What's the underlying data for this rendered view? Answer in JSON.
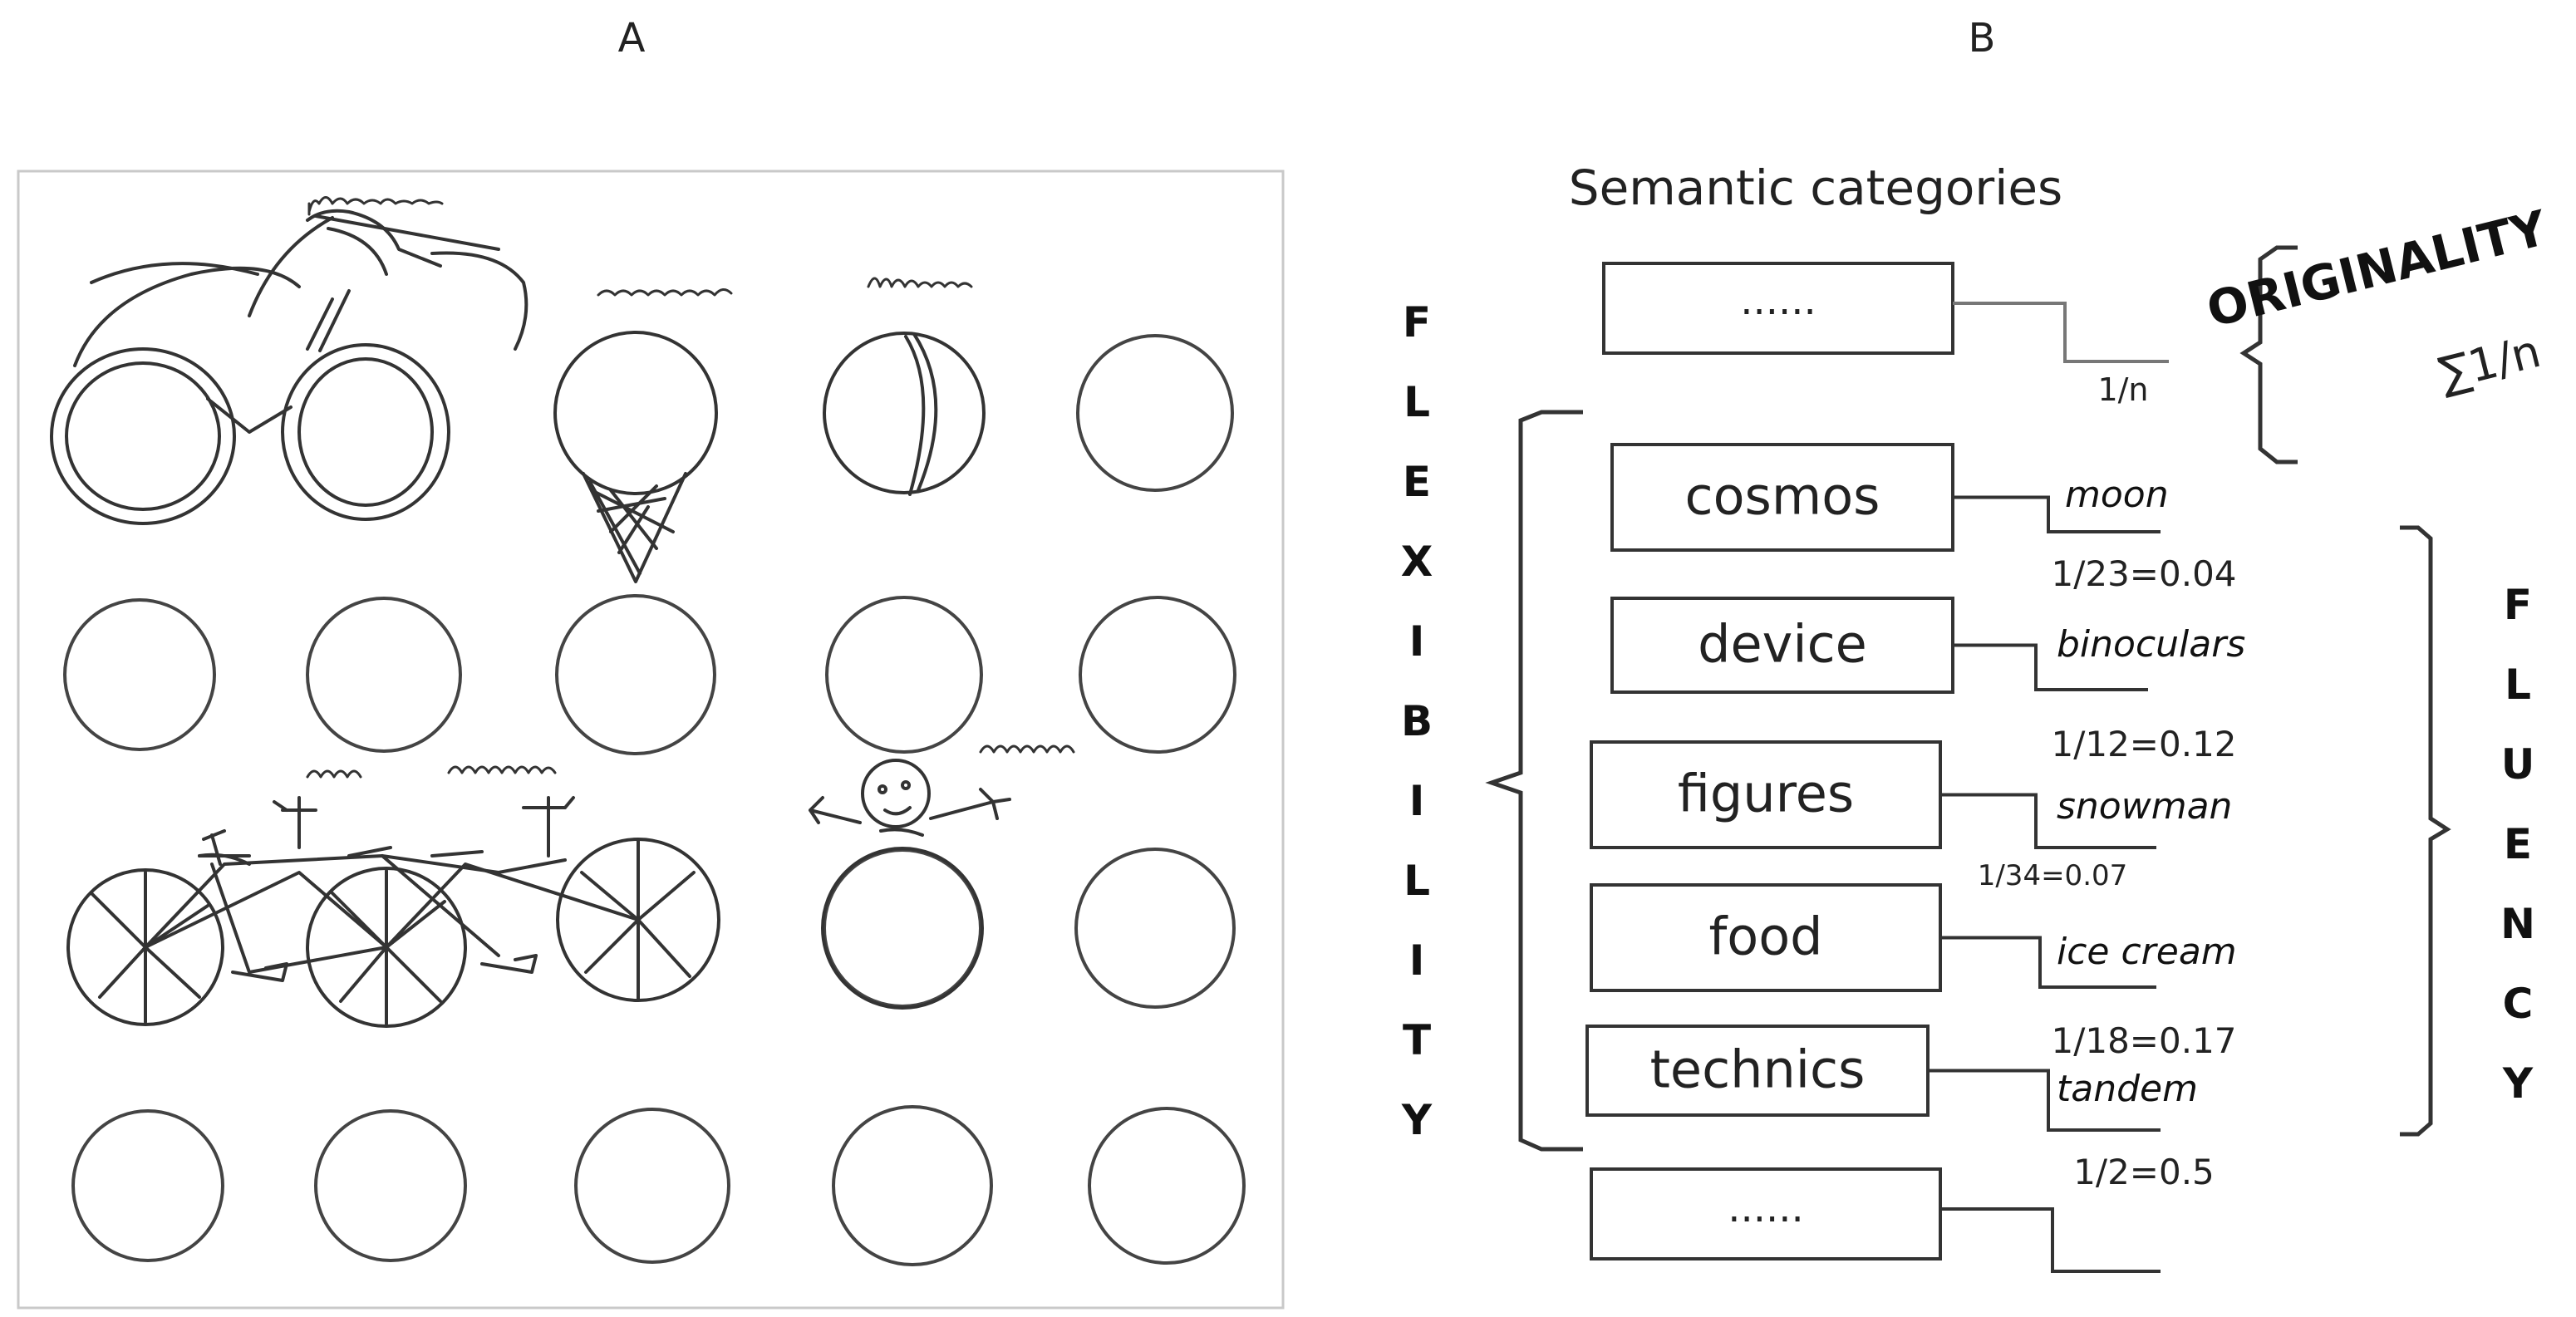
{
  "panels": {
    "a_label": "A",
    "b_label": "B"
  },
  "diagram": {
    "title": "Semantic categories",
    "top_placeholder": "......",
    "top_fraction": "1/n",
    "categories": [
      {
        "label": "cosmos",
        "answer": "moon",
        "fraction": "1/23=0.04"
      },
      {
        "label": "device",
        "answer": "binoculars",
        "fraction": "1/12=0.12"
      },
      {
        "label": "figures",
        "answer": "snowman",
        "fraction": "1/34=0.07"
      },
      {
        "label": "food",
        "answer": "ice cream",
        "fraction": "1/18=0.17"
      },
      {
        "label": "technics",
        "answer": "tandem",
        "fraction": "1/2=0.5"
      }
    ],
    "bottom_placeholder": "......",
    "originality": {
      "label": "ORIGINALITY",
      "formula": "∑1/n"
    },
    "flexibility_letters": [
      "F",
      "L",
      "E",
      "X",
      "I",
      "B",
      "I",
      "L",
      "I",
      "T",
      "Y"
    ],
    "fluency_letters": [
      "F",
      "L",
      "U",
      "E",
      "N",
      "C",
      "Y"
    ]
  }
}
